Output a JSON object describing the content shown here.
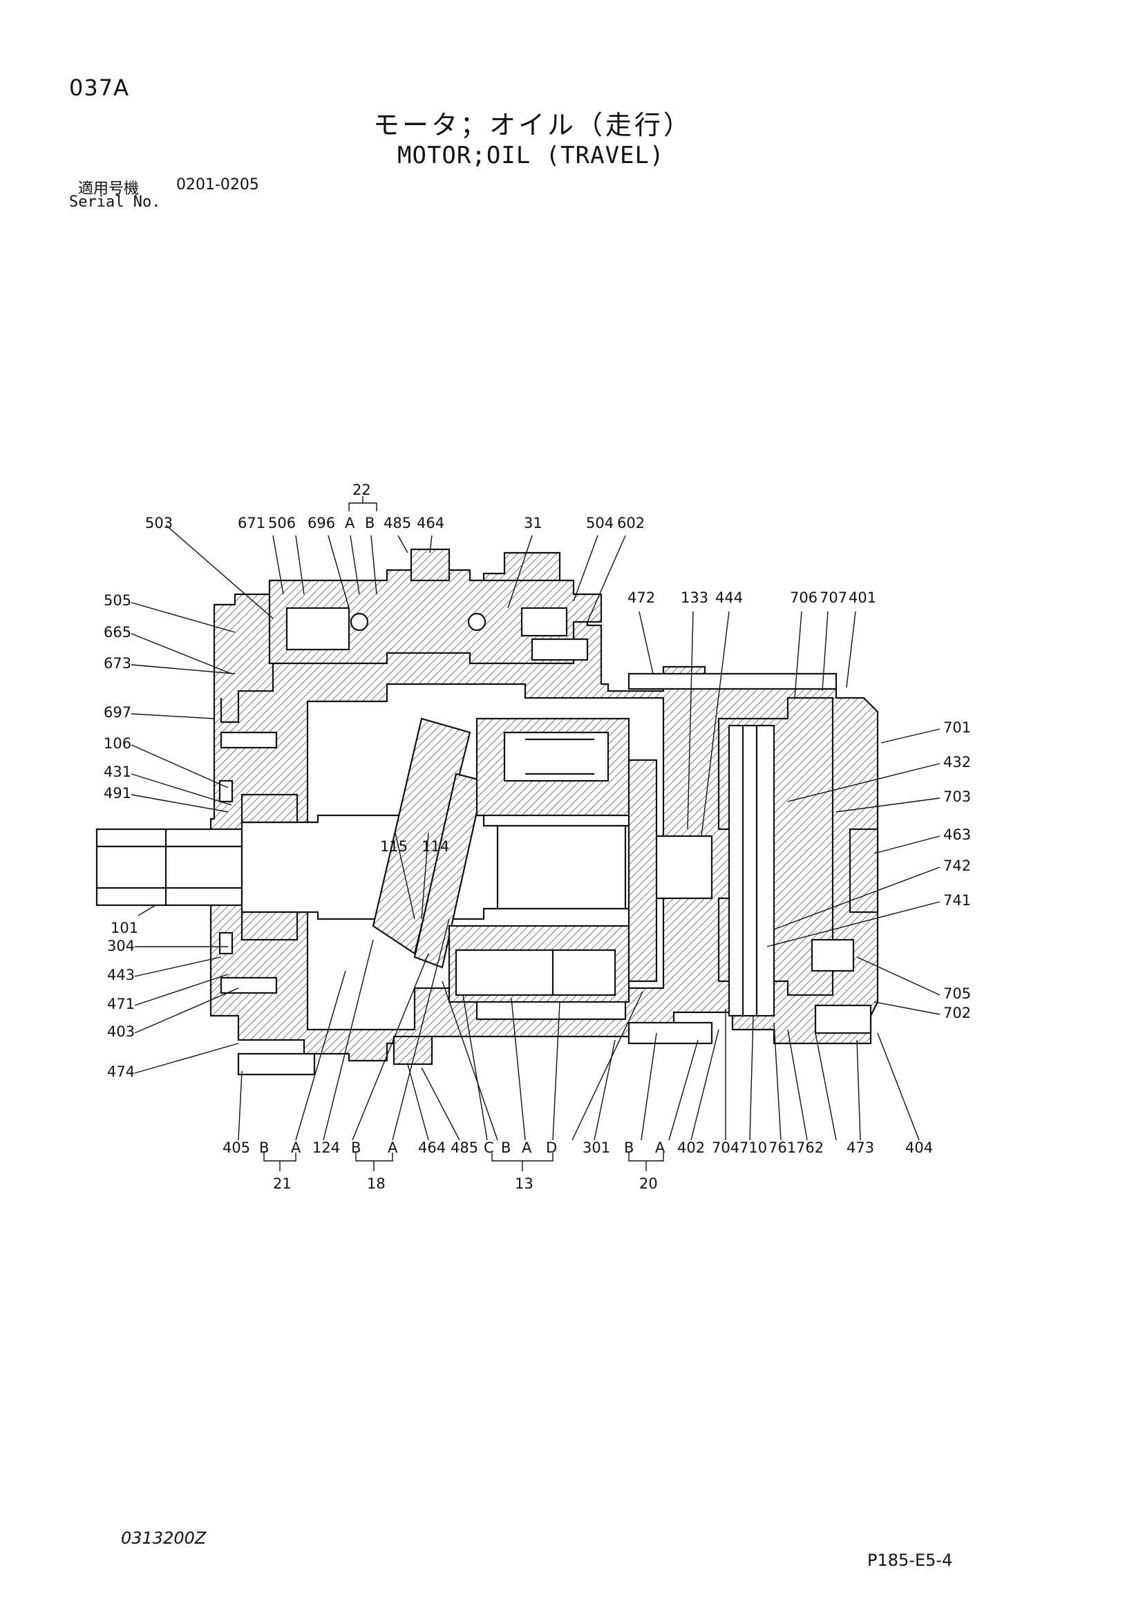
{
  "header": {
    "page_code": "037A",
    "title_jp": "モータ；オイル（走行）",
    "title_en": "MOTOR;OIL (TRAVEL)",
    "serial_label_jp": "適用号機",
    "serial_range": "0201-0205",
    "serial_label_en": "Serial No."
  },
  "callouts": {
    "c503": "503",
    "c671": "671",
    "c506": "506",
    "c696": "696",
    "c22": "22",
    "c22a": "A",
    "c22b": "B",
    "c485t": "485",
    "c464t": "464",
    "c31": "31",
    "c504": "504",
    "c602": "602",
    "c472": "472",
    "c133": "133",
    "c444": "444",
    "c706": "706",
    "c707": "707",
    "c401": "401",
    "c505": "505",
    "c665": "665",
    "c673": "673",
    "c697": "697",
    "c106": "106",
    "c431": "431",
    "c491": "491",
    "c101": "101",
    "c304": "304",
    "c443": "443",
    "c471": "471",
    "c403": "403",
    "c474": "474",
    "c115": "115",
    "c114": "114",
    "c701": "701",
    "c432": "432",
    "c703": "703",
    "c463": "463",
    "c742": "742",
    "c741": "741",
    "c705": "705",
    "c702": "702",
    "b405": "405",
    "b21b": "B",
    "b21a": "A",
    "b124": "124",
    "b18b": "B",
    "b18a": "A",
    "b464": "464",
    "b485": "485",
    "b13c": "C",
    "b13b": "B",
    "b13a": "A",
    "b13d": "D",
    "b301": "301",
    "b20b": "B",
    "b20a": "A",
    "b402": "402",
    "b704": "704",
    "b710": "710",
    "b761": "761",
    "b762": "762",
    "b473": "473",
    "b404": "404",
    "g21": "21",
    "g18": "18",
    "g13": "13",
    "g20": "20"
  },
  "footer": {
    "doc_code": "0313200Z",
    "figure_code": "P185-E5-4"
  }
}
